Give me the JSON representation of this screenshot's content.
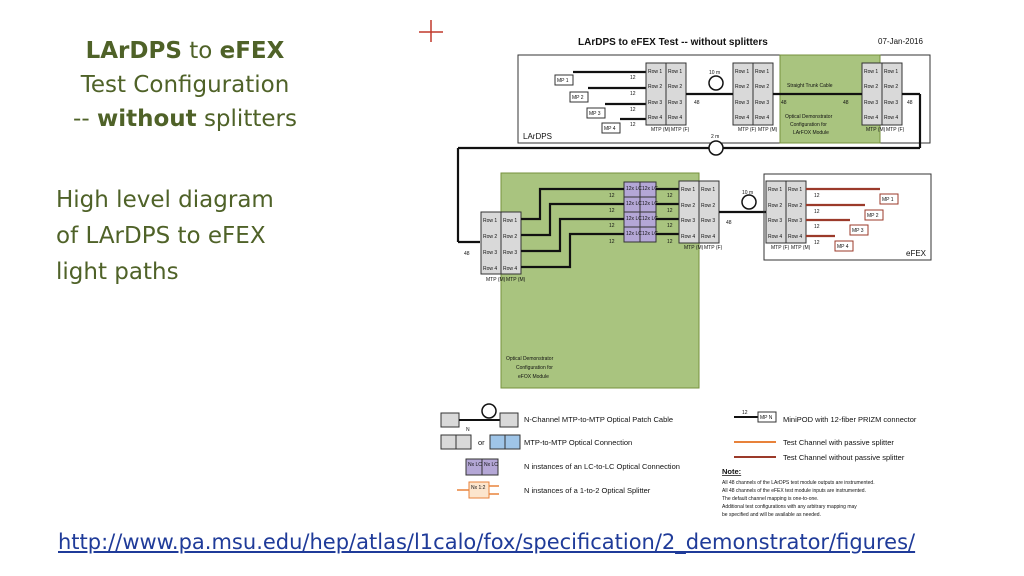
{
  "left_panel": {
    "title_part1": "LArDPS",
    "title_part2": " to ",
    "title_part3": "eFEX",
    "title_line2": "Test Configuration",
    "title_line3_prefix": "-- ",
    "title_line3_bold": "without",
    "title_line3_suffix": " splitters",
    "subtitle_line1": "High level diagram",
    "subtitle_line2": "of LArDPS to eFEX",
    "subtitle_line3": "light paths"
  },
  "diagram": {
    "header": "LArDPS to eFEX Test -- without splitters",
    "date": "07-Jan-2016",
    "lardps_label": "LArDPS",
    "efex_label": "eFEX",
    "trunk_cable": "Straight Trunk Cable",
    "odc_larfox_line1": "Optical Demonstrator",
    "odc_larfox_line2": "Configuration for",
    "odc_larfox_line3": "LArFOX Module",
    "odc_efox_line1": "Optical Demonstrator",
    "odc_efox_line2": "Configuration for",
    "odc_efox_line3": "eFOX Module",
    "len_10m": "10 m",
    "len_2m": "2 m",
    "count_12": "12",
    "count_48": "48",
    "count_n": "N",
    "row_labels": [
      "Row 1",
      "Row 2",
      "Row 3",
      "Row 4"
    ],
    "mp_labels": [
      "MP 1",
      "MP 2",
      "MP 3",
      "MP 4"
    ],
    "lc_label": "12x LC",
    "mtp_m": "MTP (M)",
    "mtp_f": "MTP (F)",
    "legend": {
      "patch_cable": "N-Channel MTP-to-MTP Optical Patch Cable",
      "or": "or",
      "connection": "MTP-to-MTP Optical Connection",
      "lc_instances": "N instances of  an LC-to-LC Optical Connection",
      "splitter_instances": "N instances of  a 1-to-2 Optical Splitter",
      "minipod": "MiniPOD with 12-fiber PRIZM connector",
      "mp_n": "MP N",
      "nx_lc": "Nx LC",
      "nx_1to2": "Nx 1:2",
      "test_with": "Test Channel with passive splitter",
      "test_without": "Test Channel without passive splitter"
    },
    "note": {
      "title": "Note:",
      "line1": "All 48 channels of the LArDPS test module outputs are instrumented.",
      "line2": "All 48 channels of the eFEX test module inputs are instrumented.",
      "line3": "The default channel mapping is one-to-one.",
      "line4": "Additional test configurations with any arbitrary mapping may",
      "line5": "be specified and will be available as needed."
    },
    "colors": {
      "green_box": "#a9c47f",
      "green_border": "#76923c",
      "test_with_splitter": "#e8823a",
      "test_without_splitter": "#9b3a2a",
      "cursor": "#c0392b"
    }
  },
  "url": "http://www.pa.msu.edu/hep/atlas/l1calo/fox/specification/2_demonstrator/figures/"
}
